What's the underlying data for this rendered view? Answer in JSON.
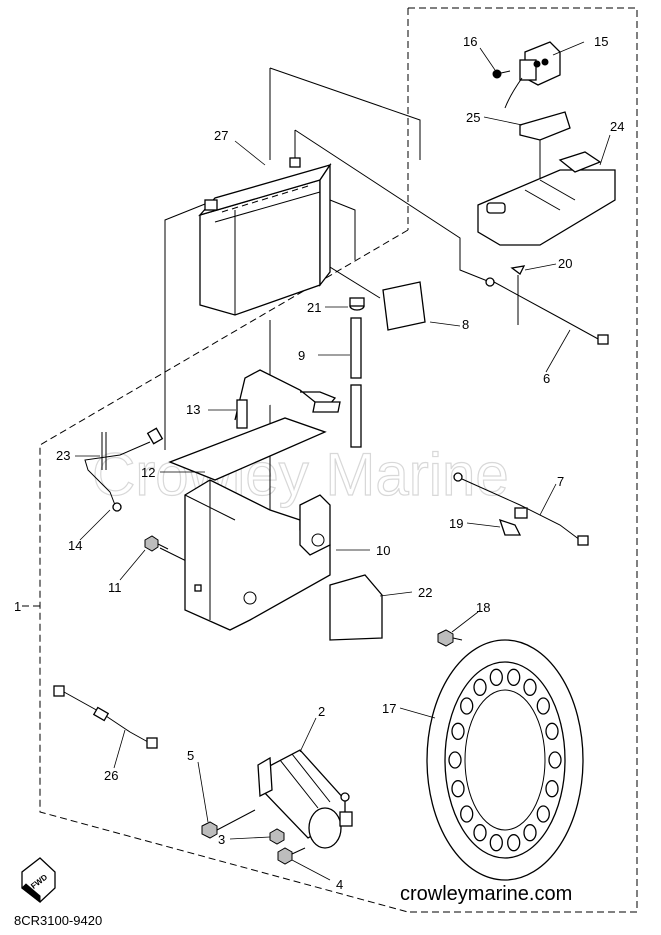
{
  "watermark": "Crowley Marine",
  "footer": {
    "site": "crowleymarine.com",
    "drawing_code": "8CR3100-9420",
    "fwd_badge": "FWD"
  },
  "callouts": {
    "p1": "1",
    "p2": "2",
    "p3": "3",
    "p4": "4",
    "p5": "5",
    "p6": "6",
    "p7": "7",
    "p8": "8",
    "p9": "9",
    "p10": "10",
    "p11": "11",
    "p12": "12",
    "p13": "13",
    "p14": "14",
    "p15": "15",
    "p16": "16",
    "p17": "17",
    "p18": "18",
    "p19": "19",
    "p20": "20",
    "p21": "21",
    "p22": "22",
    "p23": "23",
    "p24": "24",
    "p25": "25",
    "p26": "26",
    "p27": "27"
  }
}
